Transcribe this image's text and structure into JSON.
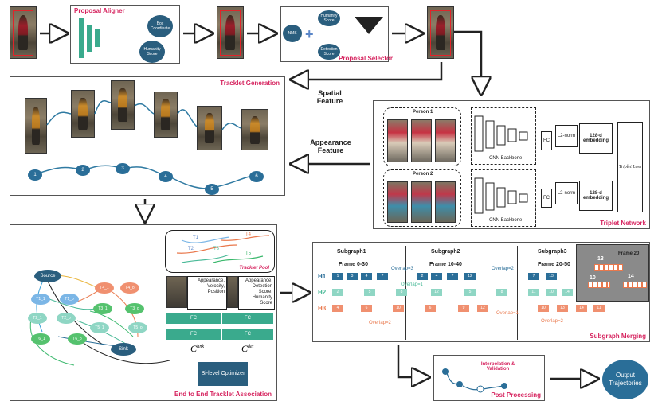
{
  "proposal_aligner": {
    "title": "Proposal Aligner",
    "box_coordinate": "Box Coordinate",
    "humanity_score": "Humanity Score"
  },
  "proposal_selector": {
    "title": "Proposal Selector",
    "nms": "NMS",
    "humanity_score": "Humanity Score",
    "detection_score": "Detection Score"
  },
  "tracklet_generation": {
    "title": "Tracklet Generation",
    "nodes": [
      "1",
      "2",
      "3",
      "4",
      "5",
      "6"
    ]
  },
  "spatial_feature": "Spatial Feature",
  "appearance_feature": "Appearance Feature",
  "triplet_network": {
    "title": "Triplet Network",
    "person1": "Person 1",
    "person2": "Person 2",
    "backbone": "CNN Backbone",
    "fc": "FC",
    "l2norm": "L2-norm",
    "embedding": "128-d embedding",
    "loss": "Triplet Loss"
  },
  "tracklet_association": {
    "title": "End to End Tracklet Association",
    "source": "Source",
    "sink": "Sink",
    "nodes": [
      "T1_1",
      "T1_o",
      "T2_1",
      "T2_o",
      "T3_1",
      "T3_o",
      "T4_1",
      "T4_o",
      "T5_1",
      "T5_o",
      "T6_1",
      "T6_o"
    ],
    "tracklet_pool": "Tracklet Pool",
    "pool_labels": [
      "T1",
      "T2",
      "T3",
      "T4",
      "T5"
    ],
    "link_features": "Appearance, Velocity, Position",
    "det_features": "Appearance, Detection Score, Humanity Score",
    "dots": ". . .",
    "fc": "FC",
    "c_link": "C",
    "c_link_sup": "link",
    "c_det": "C",
    "c_det_sup": "det",
    "optimizer": "Bi-level Optimizer"
  },
  "subgraph_merging": {
    "title": "Subgraph Merging",
    "subgraphs": [
      {
        "name": "Subgraph1",
        "frames": "Frame 0-30"
      },
      {
        "name": "Subgraph2",
        "frames": "Frame 10-40"
      },
      {
        "name": "Subgraph3",
        "frames": "Frame 20-50"
      }
    ],
    "frame20": "Frame 20",
    "rows": [
      "H1",
      "H2",
      "H3"
    ],
    "overlaps": [
      "Overlap=3",
      "Overlap=2",
      "Overlap=1",
      "Overlap=2",
      "Overlap=1",
      "Overlap=2"
    ],
    "h1_cells": [
      "1",
      "3",
      "4",
      "7",
      "2",
      "4",
      "7",
      "12",
      "7",
      "13"
    ],
    "h2_cells": [
      "2",
      "5",
      "8",
      "12",
      "5",
      "8",
      "11",
      "10",
      "14"
    ],
    "h3_cells": [
      "4",
      "6",
      "10",
      "6",
      "9",
      "12",
      "10",
      "13",
      "14",
      "11"
    ],
    "zoom_labels": [
      "13",
      "10",
      "14"
    ]
  },
  "post_processing": {
    "title": "Post Processing",
    "step": "Interpolation & Validation"
  },
  "output": "Output Trajectories"
}
